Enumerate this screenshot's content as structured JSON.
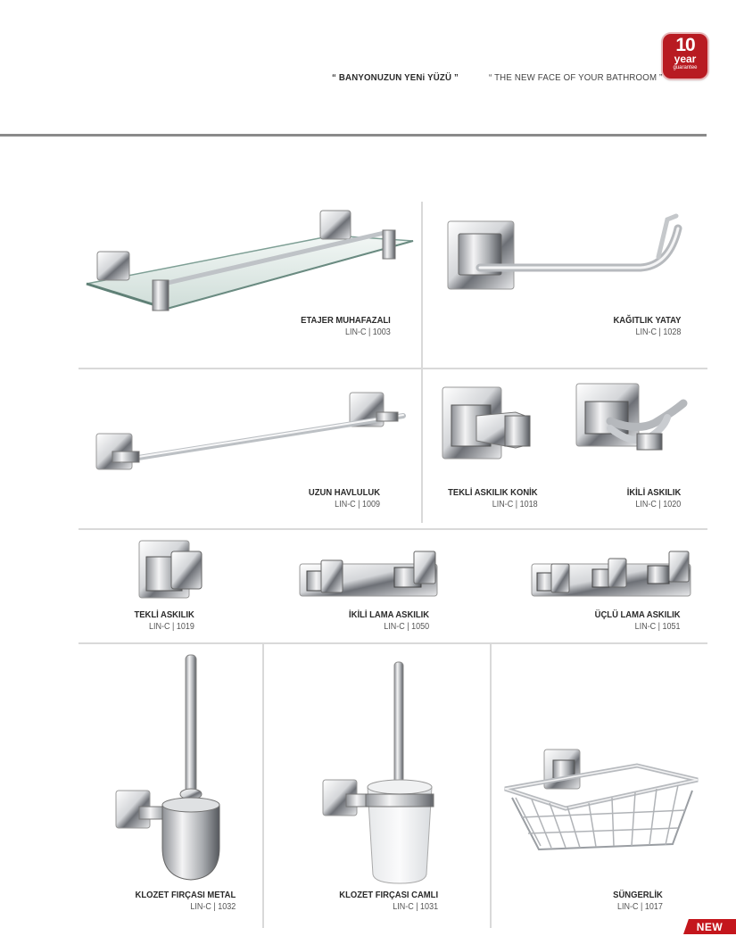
{
  "header": {
    "slogan_tr": "“ BANYONUZUN YENi YÜZÜ ”",
    "slogan_en": "“ THE NEW FACE OF YOUR BATHROOM ”",
    "badge": {
      "number": "10",
      "year": "year",
      "guarantee": "guarantee",
      "color": "#b81b22"
    }
  },
  "products": [
    {
      "name": "ETAJER   MUHAFAZALI",
      "code": "LIN-C | 1003",
      "icon": "glass-shelf-icon"
    },
    {
      "name": "KAĞITLIK YATAY",
      "code": "LIN-C | 1028",
      "icon": "paper-holder-icon"
    },
    {
      "name": "UZUN HAVLULUK",
      "code": "LIN-C | 1009",
      "icon": "towel-bar-icon"
    },
    {
      "name": "TEKLİ ASKILIK KONİK",
      "code": "LIN-C | 1018",
      "icon": "single-hook-conic-icon"
    },
    {
      "name": "İKİLİ ASKILIK",
      "code": "LIN-C | 1020",
      "icon": "double-hook-icon"
    },
    {
      "name": "TEKLİ ASKILIK",
      "code": "LIN-C | 1019",
      "icon": "single-hook-icon"
    },
    {
      "name": "İKİLİ LAMA ASKILIK",
      "code": "LIN-C | 1050",
      "icon": "double-hook-rail-icon"
    },
    {
      "name": "ÜÇLÜ LAMA ASKILIK",
      "code": "LIN-C | 1051",
      "icon": "triple-hook-rail-icon"
    },
    {
      "name": "KLOZET FIRÇASI METAL",
      "code": "LIN-C | 1032",
      "icon": "toilet-brush-metal-icon"
    },
    {
      "name": "KLOZET FIRÇASI CAMLI",
      "code": "LIN-C | 1031",
      "icon": "toilet-brush-glass-icon"
    },
    {
      "name": "SÜNGERLİK",
      "code": "LIN-C | 1017",
      "icon": "sponge-basket-icon"
    }
  ],
  "new_tag": "NEW"
}
